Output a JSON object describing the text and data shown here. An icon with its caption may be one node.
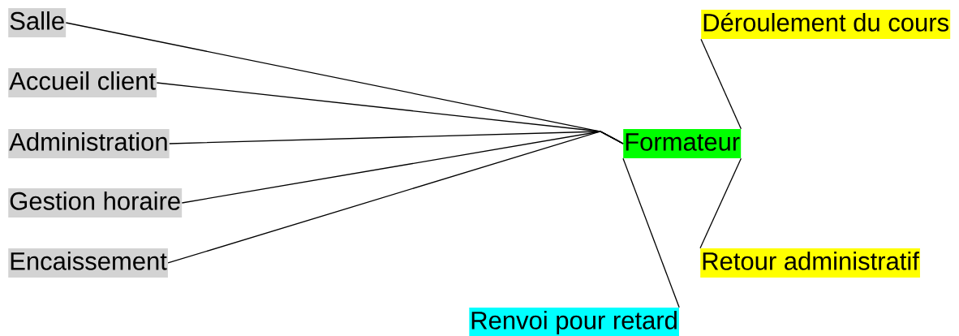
{
  "diagram": {
    "nodes": [
      {
        "text": [
          "Salle"
        ]
      },
      {
        "text": [
          "Accueil client"
        ]
      },
      {
        "text": [
          "Administration"
        ]
      },
      {
        "text": [
          "Gestion horaire"
        ]
      },
      {
        "text": [
          "Encaissement"
        ]
      },
      {
        "text": [
          "Formateur"
        ]
      },
      {
        "text": [
          "Déroulement du cours"
        ]
      },
      {
        "text": [
          "Retour administratif"
        ]
      },
      {
        "text": [
          "Renvoi pour retard"
        ]
      }
    ],
    "edges": [
      {
        "from": 0,
        "to": 5,
        "arrow": "none"
      },
      {
        "from": 1,
        "to": 5,
        "arrow": "none"
      },
      {
        "from": 2,
        "to": 5,
        "arrow": "none"
      },
      {
        "from": 3,
        "to": 5,
        "arrow": "none"
      },
      {
        "from": 4,
        "to": 5,
        "arrow": "none"
      },
      {
        "from": 5,
        "to": 6,
        "arrow": "none"
      },
      {
        "from": 5,
        "to": 7,
        "arrow": "none"
      },
      {
        "from": 5,
        "to": 8,
        "arrow": "none"
      }
    ]
  }
}
